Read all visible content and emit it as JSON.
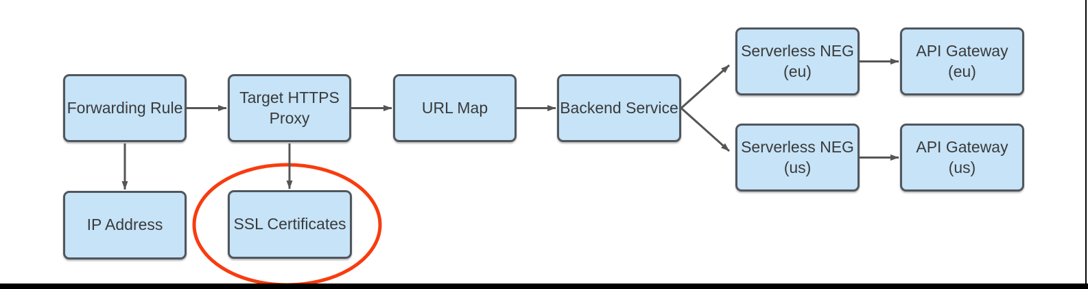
{
  "diagram": {
    "type": "flowchart",
    "nodes": [
      {
        "id": "forwarding-rule",
        "label": "Forwarding Rule"
      },
      {
        "id": "target-https-proxy",
        "label": "Target HTTPS\nProxy"
      },
      {
        "id": "url-map",
        "label": "URL Map"
      },
      {
        "id": "backend-service",
        "label": "Backend Service"
      },
      {
        "id": "serverless-neg-eu",
        "label": "Serverless NEG\n(eu)"
      },
      {
        "id": "api-gateway-eu",
        "label": "API Gateway\n(eu)"
      },
      {
        "id": "serverless-neg-us",
        "label": "Serverless NEG\n(us)"
      },
      {
        "id": "api-gateway-us",
        "label": "API Gateway\n(us)"
      },
      {
        "id": "ip-address",
        "label": "IP Address"
      },
      {
        "id": "ssl-certificates",
        "label": "SSL Certificates"
      }
    ],
    "edges": [
      {
        "from": "forwarding-rule",
        "to": "target-https-proxy"
      },
      {
        "from": "forwarding-rule",
        "to": "ip-address"
      },
      {
        "from": "target-https-proxy",
        "to": "url-map"
      },
      {
        "from": "target-https-proxy",
        "to": "ssl-certificates"
      },
      {
        "from": "url-map",
        "to": "backend-service"
      },
      {
        "from": "backend-service",
        "to": "serverless-neg-eu"
      },
      {
        "from": "backend-service",
        "to": "serverless-neg-us"
      },
      {
        "from": "serverless-neg-eu",
        "to": "api-gateway-eu"
      },
      {
        "from": "serverless-neg-us",
        "to": "api-gateway-us"
      }
    ],
    "annotation": {
      "shape": "ellipse",
      "highlights": "ssl-certificates",
      "color": "#F83C0F"
    },
    "colors": {
      "node_fill": "#C6E3F7",
      "node_border": "#50565C",
      "connector": "#555555",
      "text": "#3A3A3A",
      "highlight": "#F83C0F",
      "frame": "#000000"
    }
  }
}
